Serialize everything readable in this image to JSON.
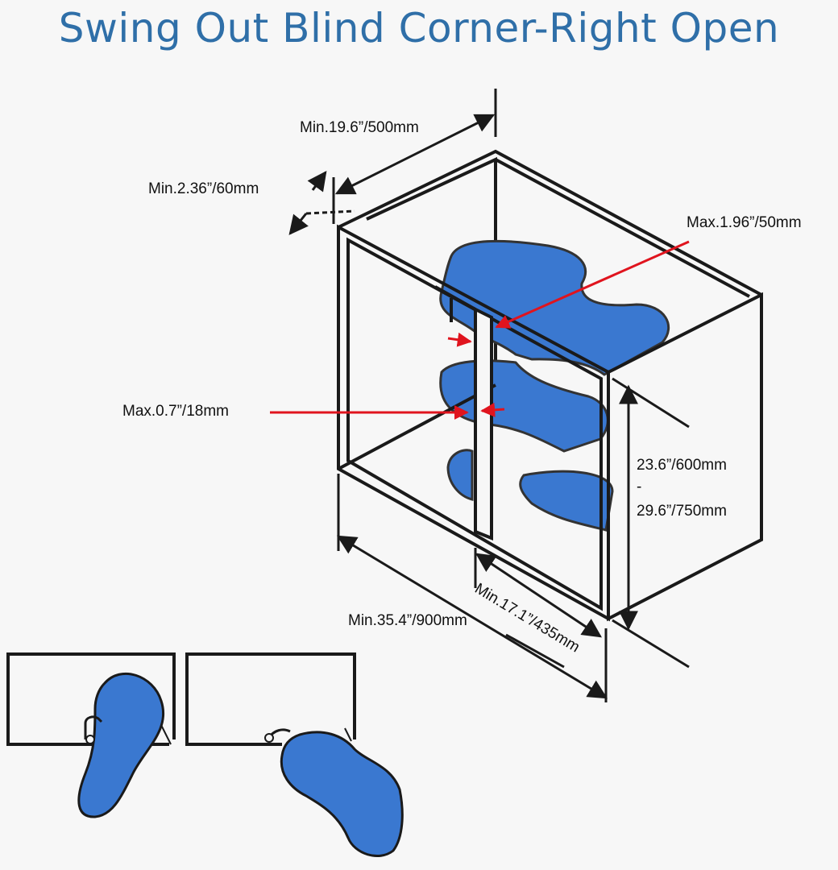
{
  "title": "Swing Out Blind Corner-Right Open",
  "colors": {
    "title": "#2f6fa8",
    "shelf_fill": "#3a78d0",
    "arrow_red": "#e0141e",
    "line": "#1a1a1a",
    "background": "#f7f7f7"
  },
  "dimensions": {
    "depth": "Min.19.6”/500mm",
    "frame_offset": "Min.2.36”/60mm",
    "max_gap_top": "Max.1.96”/50mm",
    "max_stile": "Max.0.7”/18mm",
    "height_min": "23.6”/600mm",
    "height_dash": "-",
    "height_max": "29.6”/750mm",
    "opening_width": "Min.17.1”/435mm",
    "cabinet_width": "Min.35.4”/900mm"
  }
}
